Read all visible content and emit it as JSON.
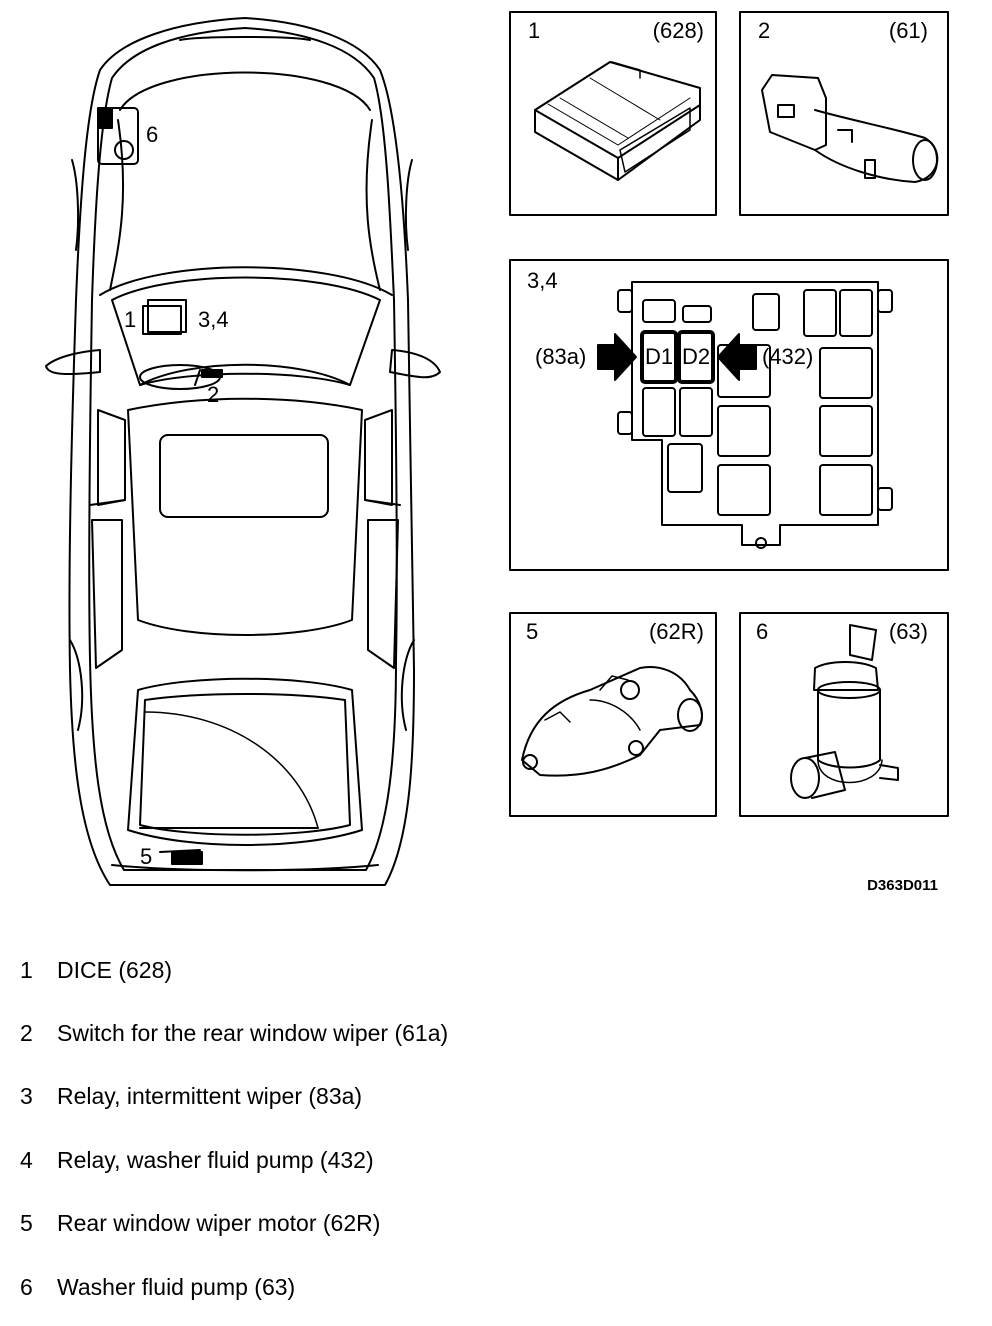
{
  "car_callouts": {
    "c6": "6",
    "c1": "1",
    "c34": "3,4",
    "c2": "2",
    "c5": "5"
  },
  "component_boxes": [
    {
      "number": "1",
      "code": "(628)"
    },
    {
      "number": "2",
      "code": "(61)"
    },
    {
      "number": "3,4",
      "code": ""
    },
    {
      "number": "5",
      "code": "(62R)"
    },
    {
      "number": "6",
      "code": "(63)"
    }
  ],
  "relay_box": {
    "left_label": "(83a)",
    "right_label": "(432)",
    "relay_d1": "D1",
    "relay_d2": "D2"
  },
  "figure_id": "D363D011",
  "legend": [
    {
      "number": "1",
      "text": "DICE (628)"
    },
    {
      "number": "2",
      "text": "Switch for the rear window wiper (61a)"
    },
    {
      "number": "3",
      "text": "Relay, intermittent wiper (83a)"
    },
    {
      "number": "4",
      "text": "Relay, washer fluid pump (432)"
    },
    {
      "number": "5",
      "text": "Rear window wiper motor (62R)"
    },
    {
      "number": "6",
      "text": "Washer fluid pump (63)"
    }
  ]
}
